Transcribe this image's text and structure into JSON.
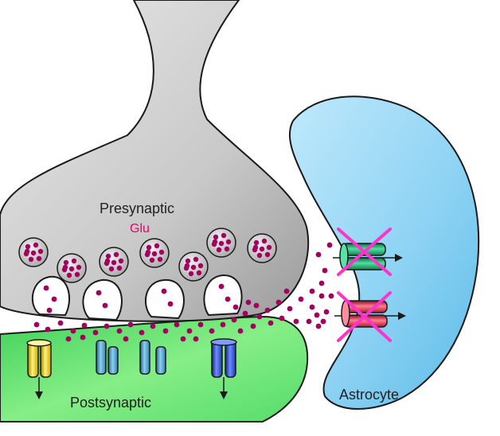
{
  "labels": {
    "presynaptic": "Presynaptic",
    "glu": "Glu",
    "postsynaptic": "Postsynaptic",
    "astrocyte": "Astrocyte"
  },
  "colors": {
    "presynaptic_fill": "#cfcfcf",
    "postsynaptic_fill": "#6ee86e",
    "astrocyte_fill": "#8fd3f4",
    "glutamate_dot": "#a3005f",
    "glu_label": "#e8006a",
    "transporter_green": "#1faa6a",
    "transporter_red": "#e0304a",
    "block_x": "#ff33cc",
    "receptor_yellow": "#f2d51c",
    "receptor_cyan": "#3b96c7",
    "receptor_blue": "#2d4fc9"
  },
  "transporters_blocked": true
}
